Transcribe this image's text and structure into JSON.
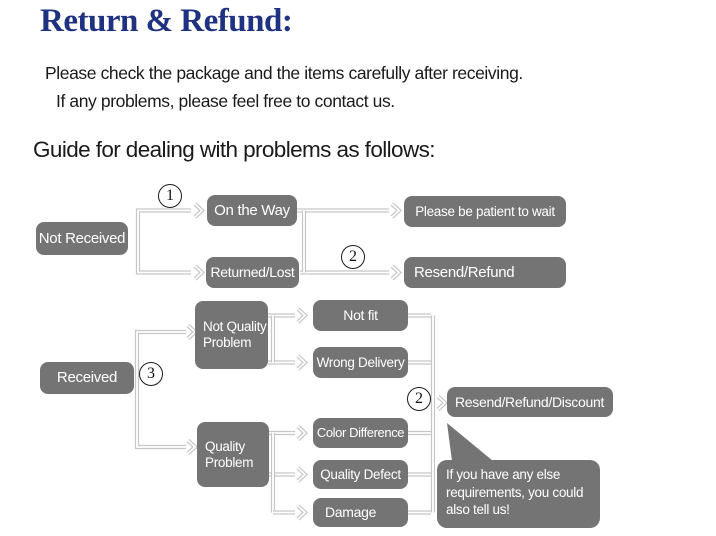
{
  "header": {
    "title": "Return & Refund:",
    "intro_lines": [
      "Please check the package and the items carefully after receiving.",
      "If any problems, please feel free to contact us."
    ],
    "guide_heading": "Guide for dealing with problems as follows:"
  },
  "colors": {
    "title_navy": "#1f3282",
    "node_gray": "#747474",
    "connector_gray": "#c6c6c6",
    "node_text": "#ffffff",
    "body_text": "#1a1a1a"
  },
  "flowchart": {
    "nodes": {
      "not_received": "Not Received",
      "on_the_way": "On the Way",
      "returned_lost": "Returned/Lost",
      "be_patient": "Please be patient to wait",
      "resend_refund": "Resend/Refund",
      "received": "Received",
      "not_quality_problem": "Not Quality Problem",
      "quality_problem": "Quality Problem",
      "not_fit": "Not fit",
      "wrong_delivery": "Wrong Delivery",
      "color_difference": "Color Difference",
      "quality_defect": "Quality Defect",
      "damage": "Damage",
      "resend_refund_discount": "Resend/Refund/Discount"
    },
    "step_markers": [
      "1",
      "2",
      "3",
      "2"
    ],
    "bubble_lines": [
      "If you have any else",
      "requirements, you could",
      "also tell us!"
    ]
  }
}
